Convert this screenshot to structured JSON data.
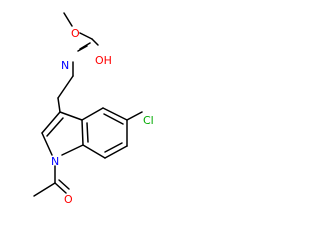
{
  "molecule": {
    "atoms": {
      "ester_o": "O",
      "carbonyl_oh": "OH",
      "carbamate_n": "N",
      "chloro": "Cl",
      "ring_n": "N",
      "acetyl_o": "O"
    },
    "colors": {
      "oxygen": "#ff0000",
      "nitrogen": "#0000ff",
      "chlorine": "#00aa00",
      "bond": "#000000"
    }
  }
}
